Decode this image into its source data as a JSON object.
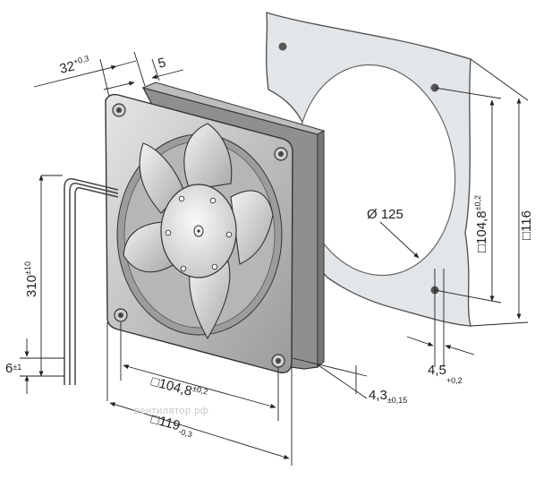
{
  "drawing": {
    "depth": {
      "main": "32",
      "tol": "+0,3"
    },
    "flange": {
      "main": "5"
    },
    "cable": {
      "main": "310",
      "tol": "±10"
    },
    "strip": {
      "main": "6",
      "tol": "±1"
    },
    "hole_spacing": {
      "main": "□104,8",
      "tol": "±0,2"
    },
    "size": {
      "main": "□119",
      "tol": "-0,3"
    },
    "plate_offset": {
      "main": "4,3",
      "tol": "±0,15"
    },
    "hole_dia": {
      "main": "4,5",
      "tol": "+0,2"
    },
    "opening": {
      "main": "Ø 125"
    },
    "panel_spacing": {
      "main": "□104,8",
      "tol": "±0,2"
    },
    "panel_size": {
      "main": "□116"
    },
    "watermark": "вентилятор.рф"
  }
}
